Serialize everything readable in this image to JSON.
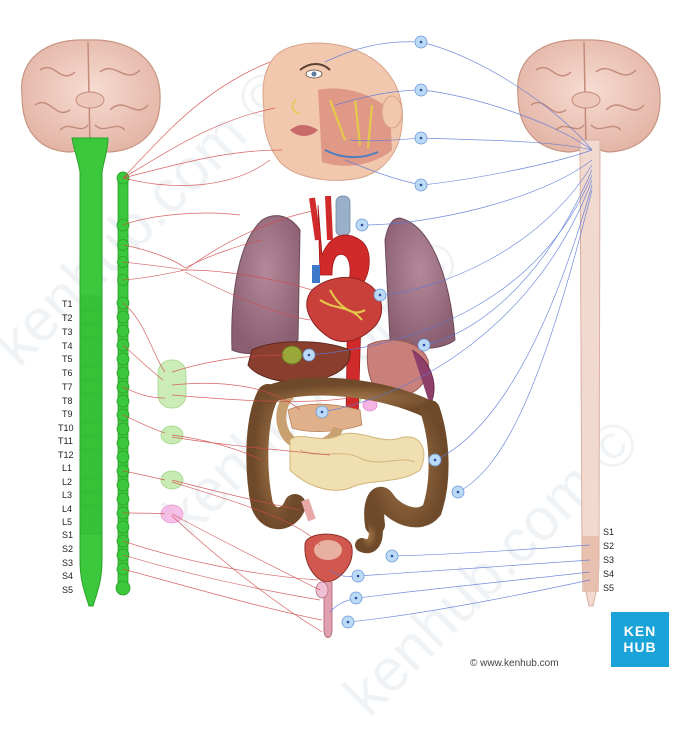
{
  "left_cord_labels": [
    "T1",
    "T2",
    "T3",
    "T4",
    "T5",
    "T6",
    "T7",
    "T8",
    "T9",
    "T10",
    "T11",
    "T12",
    "L1",
    "L2",
    "L3",
    "L4",
    "L5",
    "S1",
    "S2",
    "S3",
    "S4",
    "S5"
  ],
  "right_cord_labels": [
    "S1",
    "S2",
    "S3",
    "S4",
    "S5"
  ],
  "credit": "www.kenhub.com",
  "logo": {
    "line1": "KEN",
    "line2": "HUB"
  },
  "watermark": "kenhub.com ©",
  "colors": {
    "sympathetic": "#3cc83c",
    "sympathetic_dark": "#2aa12a",
    "parasympathetic_cord": "#f0d6cc",
    "sympathetic_nerve": "#d24a4a",
    "parasympathetic_nerve": "#5a78d8",
    "ganglion_green": "#bfe8a8",
    "ganglion_pink": "#f4b4e4",
    "node_blue": "#9fc8f0"
  }
}
